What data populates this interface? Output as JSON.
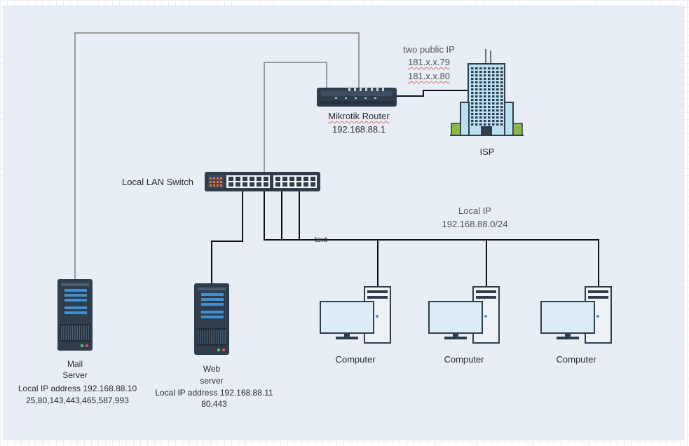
{
  "router": {
    "name": "Mikrotik Router",
    "ip": "192.168.88.1"
  },
  "isp": {
    "label": "ISP",
    "public_title": "two public IP",
    "ip1": "181.x.x.79",
    "ip2": "181.x.x.80"
  },
  "switch": {
    "label": "Local LAN Switch"
  },
  "lan": {
    "title": "Local IP",
    "subnet": "192.168.88.0/24",
    "text_note": "text"
  },
  "mail_server": {
    "line1": "Mail",
    "line2": "Server",
    "ip": "Local IP address 192.168.88.10",
    "ports": "25,80,143,443,465,587,993"
  },
  "web_server": {
    "line1": "Web",
    "line2": "server",
    "ip": "Local IP address 192.168.88.11",
    "ports": "80,443"
  },
  "computers": [
    {
      "label": "Computer"
    },
    {
      "label": "Computer"
    },
    {
      "label": "Computer"
    }
  ],
  "colors": {
    "wire_gray": "#9a9a9a",
    "wire_black": "#111111",
    "device_dark": "#2f3d4c",
    "screen": "#dcedf8",
    "building": "#b9dff0"
  }
}
